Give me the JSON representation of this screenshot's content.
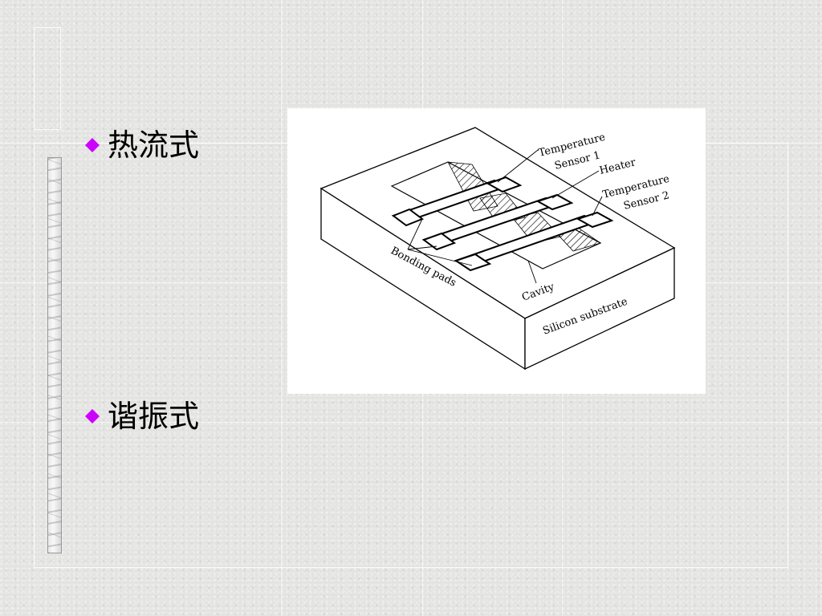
{
  "bullets": [
    {
      "text": "热流式"
    },
    {
      "text": "谐振式"
    }
  ],
  "figure": {
    "labels": {
      "temp_sensor_1_line1": "Temperature",
      "temp_sensor_1_line2": "Sensor 1",
      "heater": "Heater",
      "temp_sensor_2_line1": "Temperature",
      "temp_sensor_2_line2": "Sensor 2",
      "bonding_pads": "Bonding pads",
      "cavity": "Cavity",
      "silicon_substrate": "Silicon substrate"
    }
  },
  "colors": {
    "bullet_accent": "#cc00ff",
    "background": "#e3e3e1"
  }
}
